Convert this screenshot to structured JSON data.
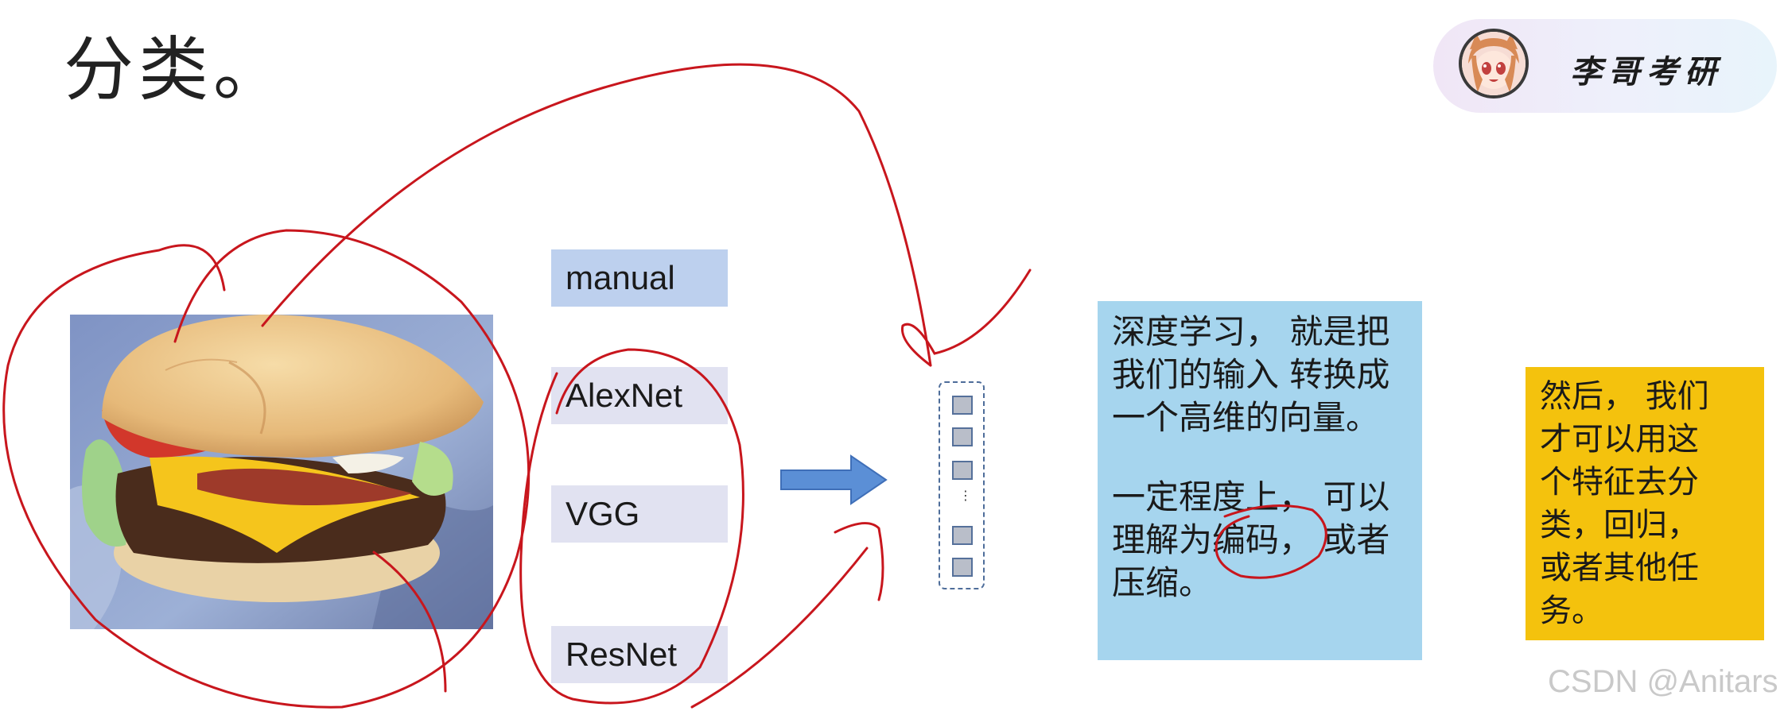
{
  "slide": {
    "title": "分类。"
  },
  "brand": {
    "name": "李哥考研",
    "icon": "anime-avatar-icon"
  },
  "models": [
    "manual",
    "AlexNet",
    "VGG",
    "ResNet"
  ],
  "blue_box": {
    "paragraph1_lines": [
      "深度学习， 就是把",
      "我们的输入 转换成",
      "一个高维的向量。"
    ],
    "paragraph2_lines": [
      "一定程度上， 可以",
      "理解为编码， 或者",
      "压缩。"
    ]
  },
  "yellow_box": {
    "lines": [
      "然后， 我们",
      "才可以用这",
      "个特征去分",
      "类，回归，",
      "或者其他任",
      "务。"
    ]
  },
  "vector": {
    "ellipsis": "⋮"
  },
  "watermark": "CSDN @Anitars",
  "colors": {
    "manual_bg": "#bdd0ee",
    "model_bg": "#e1e2f1",
    "blue_box": "#a6d5ee",
    "yellow_box": "#f4c20d",
    "arrow": "#5b8fd6",
    "annotation_ink": "#c8161d"
  }
}
